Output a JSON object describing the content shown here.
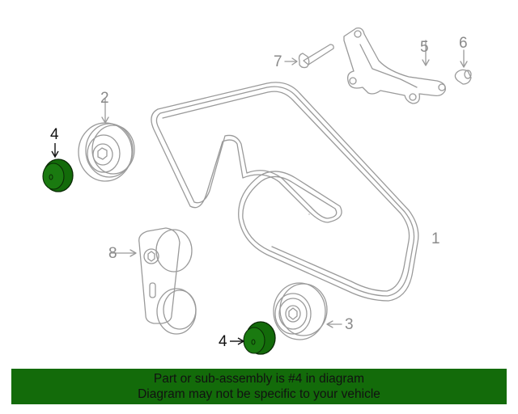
{
  "diagram": {
    "callouts": [
      {
        "id": "1",
        "label": "1",
        "part": "serpentine-belt"
      },
      {
        "id": "2",
        "label": "2",
        "part": "idler-pulley"
      },
      {
        "id": "3",
        "label": "3",
        "part": "idler-pulley-grooved"
      },
      {
        "id": "4a",
        "label": "4",
        "part": "pulley-cover",
        "highlighted": true
      },
      {
        "id": "4b",
        "label": "4",
        "part": "pulley-cover",
        "highlighted": true
      },
      {
        "id": "5",
        "label": "5",
        "part": "bracket"
      },
      {
        "id": "6",
        "label": "6",
        "part": "dust-cap"
      },
      {
        "id": "7",
        "label": "7",
        "part": "bolt"
      },
      {
        "id": "8",
        "label": "8",
        "part": "belt-tensioner"
      }
    ],
    "colors": {
      "line": "#9a9a9a",
      "highlight_fill": "#136b0a",
      "highlight_stroke": "#0a2a05",
      "banner_bg": "#136b0a"
    }
  },
  "banner": {
    "line1": "Part or sub-assembly is #4 in diagram",
    "line2": "Diagram may not be specific to your vehicle"
  }
}
